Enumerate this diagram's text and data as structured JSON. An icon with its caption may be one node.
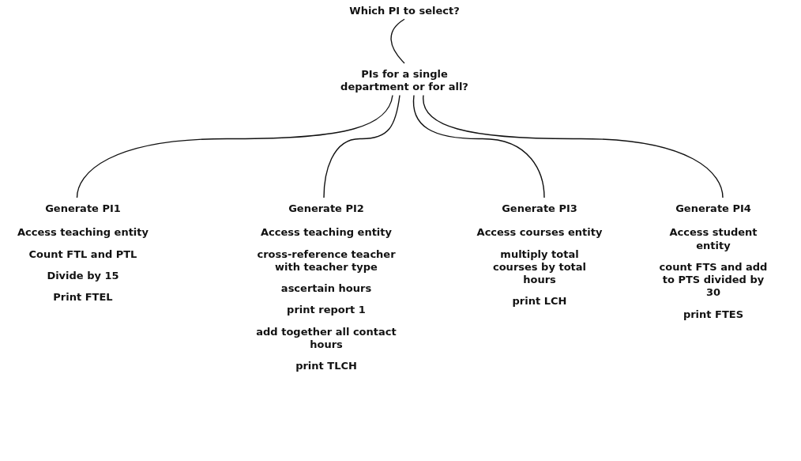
{
  "diagram": {
    "nodes": [
      {
        "text": [
          "Which PI to select?"
        ]
      },
      {
        "text": [
          "PIs for a single department or for all?"
        ]
      },
      {
        "text": [
          "Generate PI1",
          "Access teaching entity",
          "Count FTL and PTL",
          "Divide by 15",
          "Print FTEL"
        ]
      },
      {
        "text": [
          "Generate PI2",
          "Access teaching entity",
          "cross-reference teacher with teacher type",
          "ascertain hours",
          "print report 1",
          "add together all contact hours",
          "print TLCH"
        ]
      },
      {
        "text": [
          "Generate PI3",
          "Access courses entity",
          "multiply total courses by total hours",
          "print LCH"
        ]
      },
      {
        "text": [
          "Generate PI4",
          "Access student entity",
          "count FTS and add to PTS divided by 30",
          "print FTES"
        ]
      }
    ],
    "edges": [
      {
        "from": 0,
        "to": 1,
        "arrow": "none"
      },
      {
        "from": 1,
        "to": 2,
        "arrow": "none"
      },
      {
        "from": 1,
        "to": 3,
        "arrow": "none"
      },
      {
        "from": 1,
        "to": 4,
        "arrow": "none"
      },
      {
        "from": 1,
        "to": 5,
        "arrow": "none"
      }
    ]
  }
}
